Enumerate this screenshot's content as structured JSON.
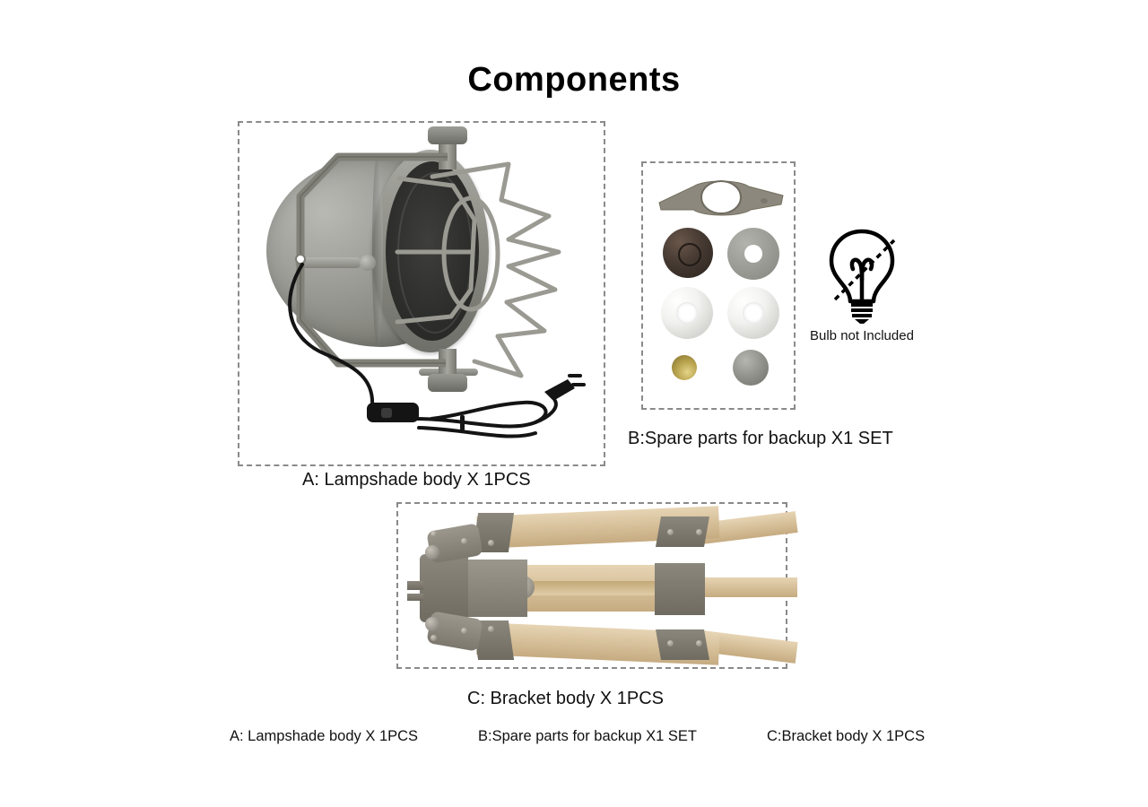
{
  "title": "Components",
  "panels": [
    {
      "id": "A",
      "caption": "A: Lampshade body X 1PCS",
      "item_name": "lampshade-body",
      "contents": "gray spotlight lampshade with yoke bracket, star wire guard, top and bottom thumbscrew knobs, black power cord with inline switch and plug"
    },
    {
      "id": "B",
      "caption": "B:Spare parts for backup X1 SET",
      "item_name": "spare-parts-set",
      "parts": [
        "wing-nut",
        "dark-disc",
        "gray-washer",
        "white-ring-left",
        "white-ring-right",
        "brass-ball",
        "gray-ball"
      ]
    },
    {
      "id": "C",
      "caption": "C: Bracket body X 1PCS",
      "item_name": "bracket-body",
      "contents": "folded wooden tripod bracket with gray metal hinges and slotted center column"
    }
  ],
  "bulb": {
    "note": "Bulb not Included",
    "icon": "light-bulb-icon",
    "strike": "dashed-diagonal-line"
  },
  "legend": [
    "A: Lampshade body X 1PCS",
    "B:Spare parts for backup X1 SET",
    "C:Bracket body X 1PCS"
  ],
  "colors": {
    "background": "#ffffff",
    "text": "#111111",
    "panel_border": "#8a8a8a",
    "metal_gray": "#8d8d86",
    "wood_tan": "#d8c29c",
    "brass": "#b9a44f",
    "cord_black": "#141414"
  }
}
